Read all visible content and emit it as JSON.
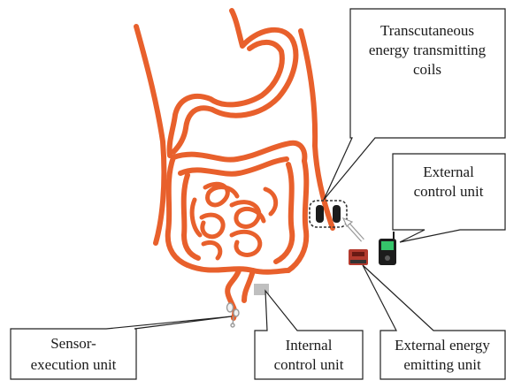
{
  "colors": {
    "organ": "#e8602c",
    "organ_dark": "#c62a1a",
    "callout_stroke": "#222222",
    "dash": "#333333",
    "device_dark": "#1c1c1c",
    "device_red": "#b33a2e",
    "screen_green": "#35c46a",
    "internal_gray": "#bfbfbf"
  },
  "icons": {
    "stomach": "stomach-outline-icon",
    "intestines": "intestines-outline-icon",
    "torso": "torso-outline-icon",
    "coils": "transmitting-coils-icon",
    "external_control": "handheld-controller-icon",
    "external_energy": "energy-emitter-icon",
    "internal_control": "internal-control-chip-icon",
    "sensor": "sensor-capsule-icon",
    "arrow": "energy-transfer-arrow-icon"
  },
  "labels": {
    "coils": {
      "line1": "Transcutaneous",
      "line2": "energy transmitting",
      "line3": "coils"
    },
    "external_control": {
      "line1": "External",
      "line2": "control unit"
    },
    "sensor": {
      "line1": "Sensor-",
      "line2": "execution unit"
    },
    "internal_control": {
      "line1": "Internal",
      "line2": "control unit"
    },
    "external_energy": {
      "line1": "External energy",
      "line2": "emitting unit"
    }
  }
}
